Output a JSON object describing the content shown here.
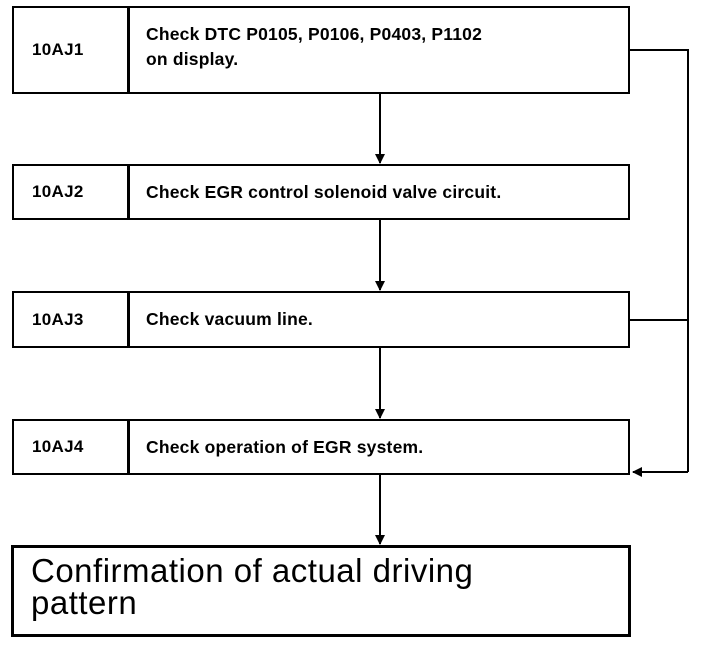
{
  "steps": [
    {
      "code": "10AJ1",
      "text_line1": "Check DTC P0105, P0106, P0403, P1102",
      "text_line2": "on display."
    },
    {
      "code": "10AJ2",
      "text": "Check EGR control solenoid valve circuit."
    },
    {
      "code": "10AJ3",
      "text": "Check vacuum line."
    },
    {
      "code": "10AJ4",
      "text": "Check operation of EGR system."
    }
  ],
  "final": {
    "line1": "Confirmation of actual driving",
    "line2": "pattern"
  }
}
